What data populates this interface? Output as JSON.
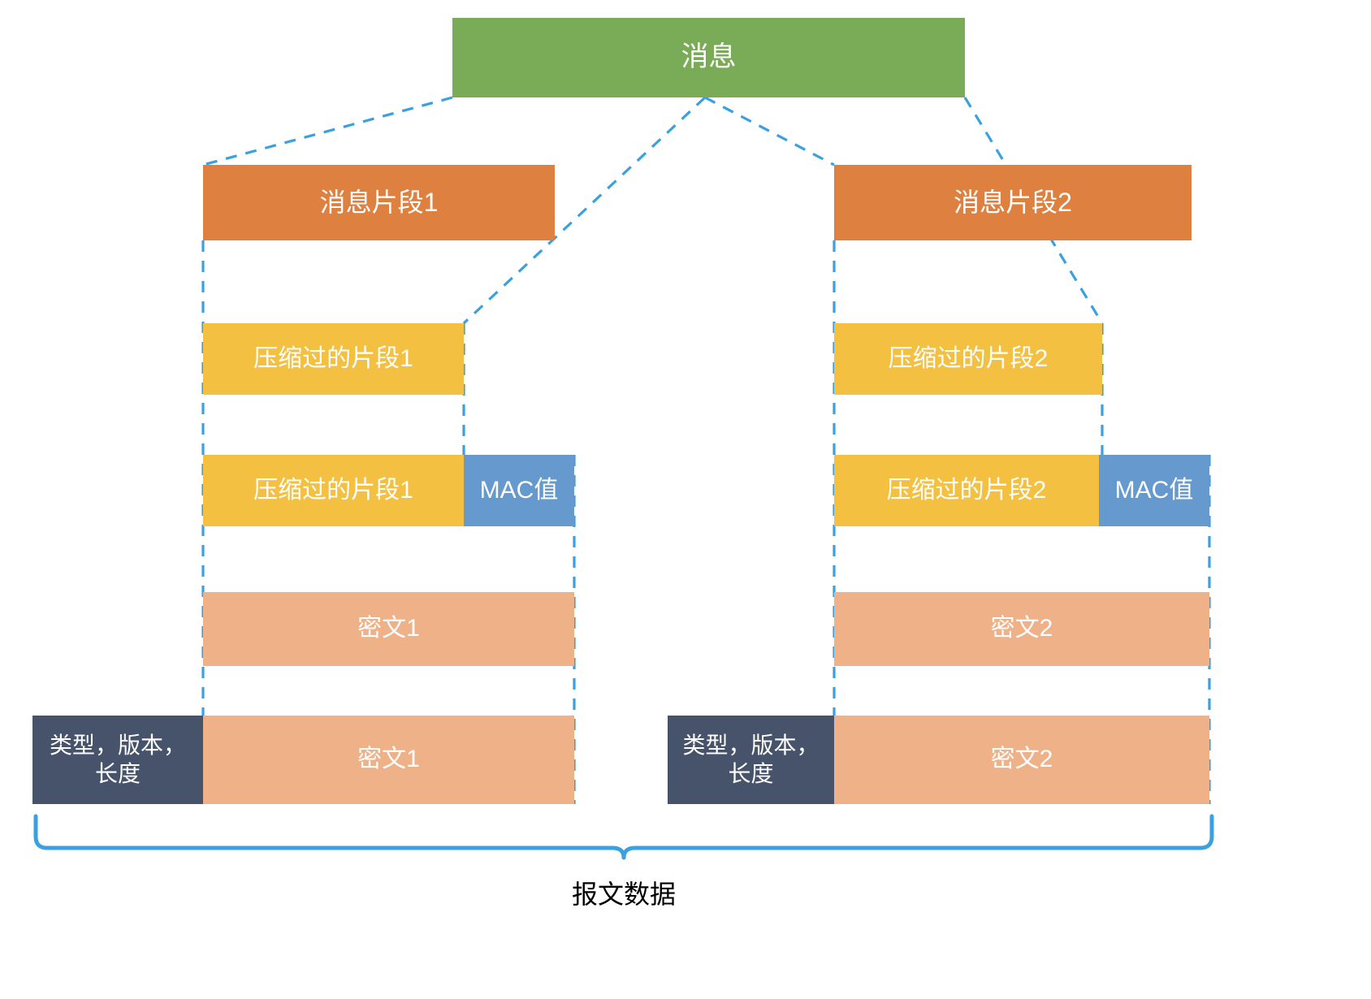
{
  "diagram": {
    "title_text": "消息",
    "bottom_caption": "报文数据",
    "colors": {
      "message": "#7aab56",
      "fragment": "#dd8040",
      "compressed": "#f3c042",
      "mac": "#6699ce",
      "ciphertext": "#eeb188",
      "header": "#46536b",
      "connector": "#3aa0e0",
      "bracket": "#3aa0e0",
      "background": "#ffffff",
      "text": "#ffffff"
    },
    "message": {
      "label": "消息"
    },
    "columns": [
      {
        "id": "left",
        "fragment": "消息片段1",
        "compressed": "压缩过的片段1",
        "compressed_with_mac": "压缩过的片段1",
        "mac": "MAC值",
        "ciphertext": "密文1",
        "record_header": "类型，版本，\n长度",
        "record_ciphertext": "密文1"
      },
      {
        "id": "right",
        "fragment": "消息片段2",
        "compressed": "压缩过的片段2",
        "compressed_with_mac": "压缩过的片段2",
        "mac": "MAC值",
        "ciphertext": "密文2",
        "record_header": "类型，版本，\n长度",
        "record_ciphertext": "密文2"
      }
    ],
    "caption": {
      "text": "报文数据"
    }
  }
}
